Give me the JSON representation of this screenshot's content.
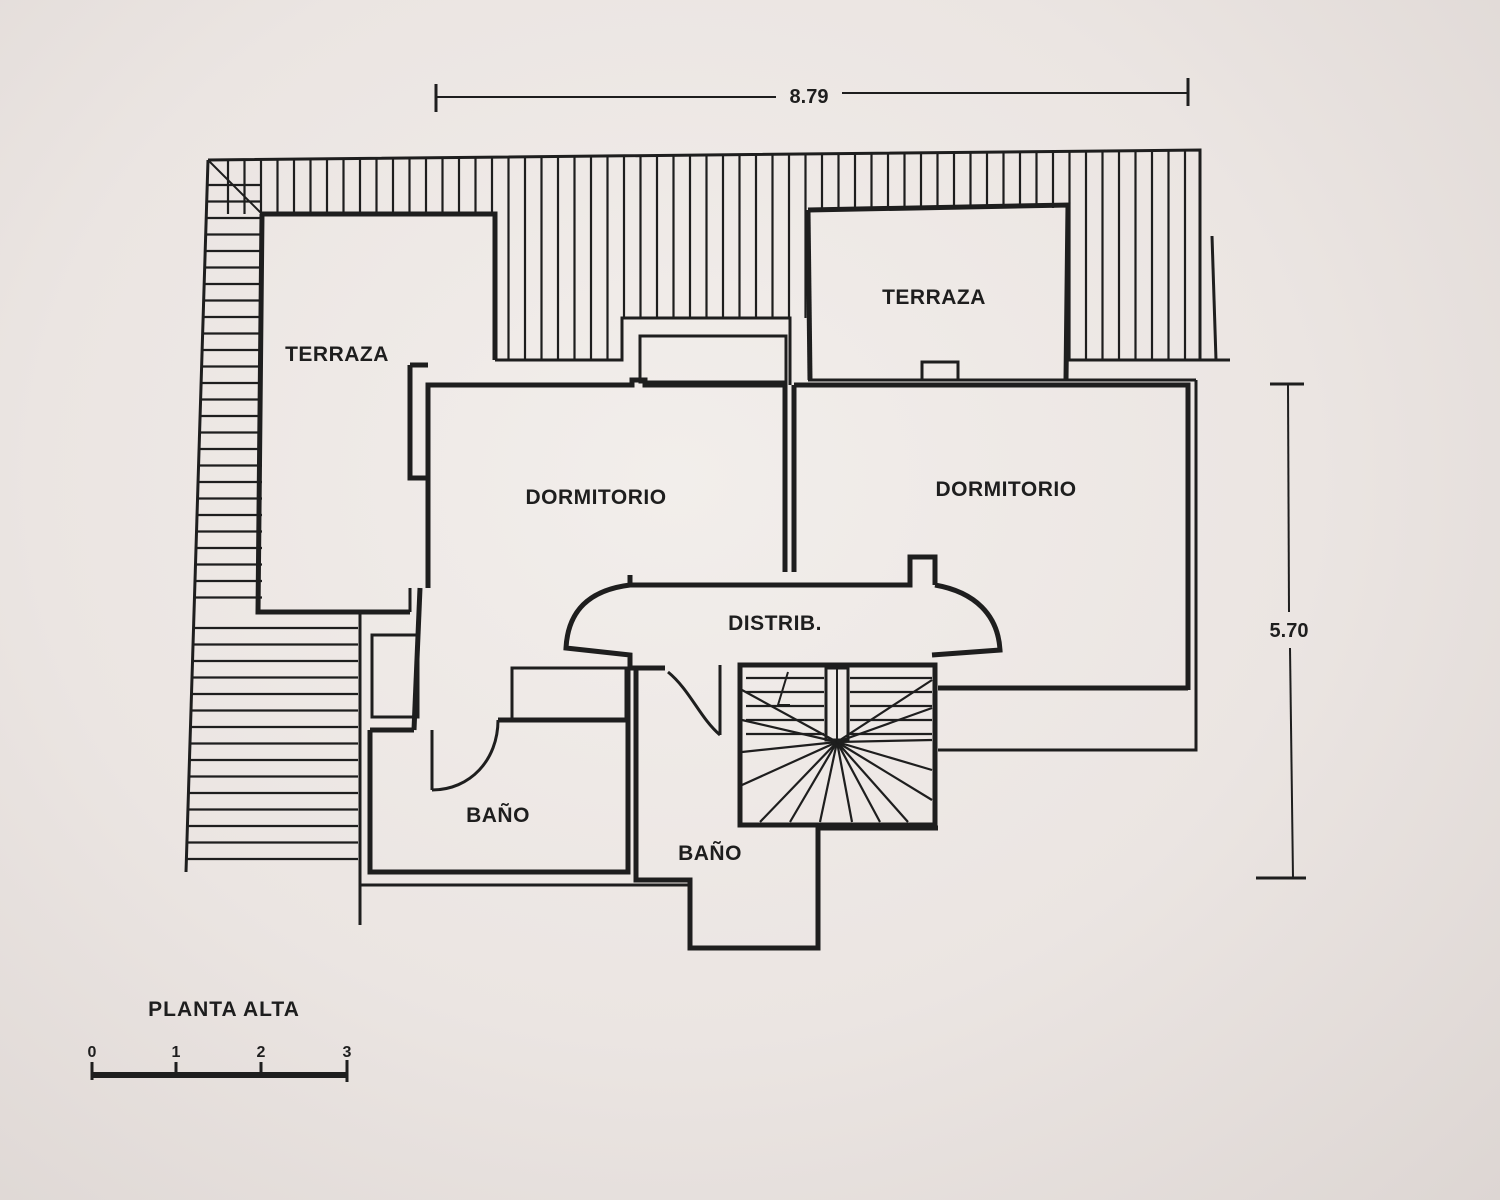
{
  "rooms": {
    "terraza_left": "TERRAZA",
    "terraza_right": "TERRAZA",
    "dormitorio_left": "DORMITORIO",
    "dormitorio_right": "DORMITORIO",
    "distrib": "DISTRIB.",
    "bano_left": "BAÑO",
    "bano_center": "BAÑO"
  },
  "dimensions": {
    "width": "8.79",
    "height": "5.70"
  },
  "title": "PLANTA ALTA",
  "scale": {
    "ticks": [
      "0",
      "1",
      "2",
      "3"
    ]
  }
}
